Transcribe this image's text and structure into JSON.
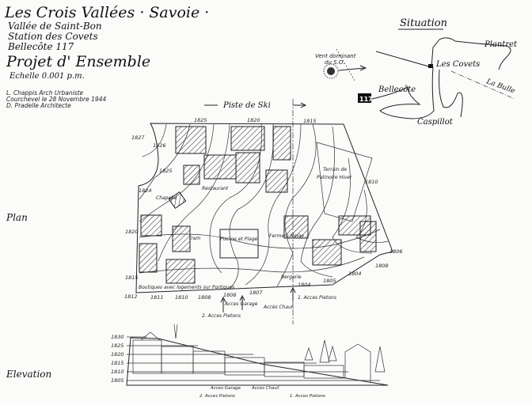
{
  "header": {
    "title": "Les Crois Vallées · Savoie ·",
    "line2": "Vallée de Saint-Bon",
    "line3": "Station des Covets",
    "line4": "Bellecôte 117",
    "project": "Projet d' Ensemble",
    "scale": "Echelle 0.001 p.m.",
    "credit1": "L. Chappis Arch Urbaniste",
    "credit2": "Courchevel le 28 Novembre 1944",
    "credit3": "D. Pradelle Architecte"
  },
  "situation": {
    "title": "Situation",
    "wind": "Vent dominant",
    "wind2": "du S.O.",
    "places": [
      "Plantret",
      "Les Covets",
      "La Bulle",
      "Bellecôte",
      "Caspillot",
      "117"
    ]
  },
  "plan": {
    "label": "Plan",
    "piste": "Piste de Ski",
    "elevations": [
      "1825",
      "1820",
      "1815",
      "1827",
      "1826",
      "1825",
      "1824",
      "1820",
      "1815",
      "1810",
      "1806",
      "1808",
      "1804",
      "1805",
      "1804",
      "1812",
      "1811",
      "1810",
      "1808",
      "1808",
      "1807"
    ],
    "buildings": {
      "chapelle": "Chapelle",
      "restaurant": "Restaurant",
      "piscine": "Piscine et Plage",
      "ferme": "Ferme à Neige",
      "terrain": "Terrain de",
      "terrain2": "Patinoire Hiver",
      "bergerie": "Bergerie",
      "tram": "Tram",
      "boutiques": "Boutiques avec logements sur Portiques"
    },
    "access": {
      "garage": "Acces Garage",
      "chauf": "Accès Chauf.",
      "pietons2": "2. Acces Pietons",
      "pietons1": "1. Acces Pietons"
    }
  },
  "elevation": {
    "label": "Elevation",
    "levels": [
      "1830",
      "1825",
      "1820",
      "1815",
      "1810",
      "1805"
    ],
    "access1": "Acces Garage",
    "access2": "Acces Chauf.",
    "access3": "2. Acces Pietons",
    "access4": "1. Acces Pietons"
  }
}
